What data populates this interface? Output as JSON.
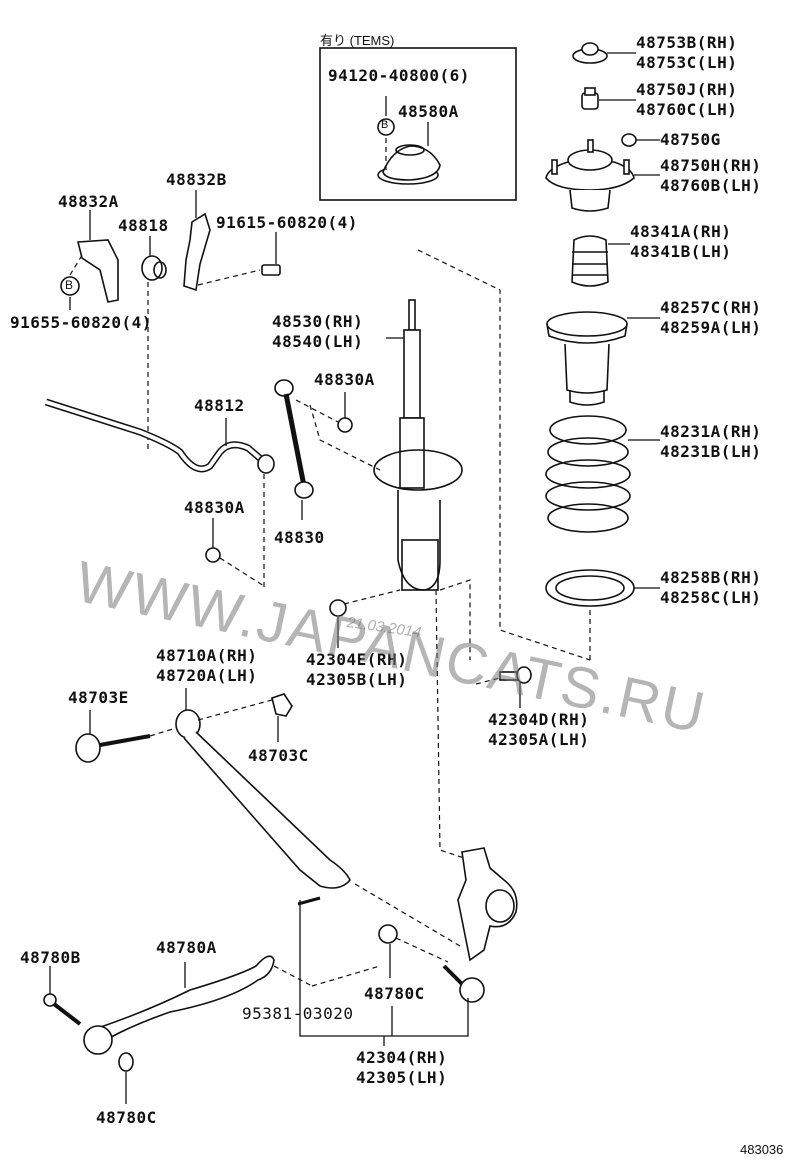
{
  "figure_number": "483036",
  "inset": {
    "title": "有り (TEMS)",
    "bolt": "94120-40800(6)",
    "part": "48580A",
    "marker": "B"
  },
  "markers": [
    "B",
    "B"
  ],
  "watermark": {
    "text": "WWW.JAPANCATS.RU",
    "date": "21.03.2014"
  },
  "parts": {
    "p48753": [
      "48753B(RH)",
      "48753C(LH)"
    ],
    "p48750j": [
      "48750J(RH)",
      "48760C(LH)"
    ],
    "p48750g": "48750G",
    "p48750h": [
      "48750H(RH)",
      "48760B(LH)"
    ],
    "p48341": [
      "48341A(RH)",
      "48341B(LH)"
    ],
    "p48257": [
      "48257C(RH)",
      "48259A(LH)"
    ],
    "p48231": [
      "48231A(RH)",
      "48231B(LH)"
    ],
    "p48258": [
      "48258B(RH)",
      "48258C(LH)"
    ],
    "p48832b": "48832B",
    "p48832a": "48832A",
    "p48818": "48818",
    "p91615": "91615-60820(4)",
    "p91655": "91655-60820(4)",
    "p48530": [
      "48530(RH)",
      "48540(LH)"
    ],
    "p48830a_top": "48830A",
    "p48812": "48812",
    "p48830a_bot": "48830A",
    "p48830": "48830",
    "p48710": [
      "48710A(RH)",
      "48720A(LH)"
    ],
    "p42304e": [
      "42304E(RH)",
      "42305B(LH)"
    ],
    "p48703e": "48703E",
    "p48703c": "48703C",
    "p42304d": [
      "42304D(RH)",
      "42305A(LH)"
    ],
    "p48780b": "48780B",
    "p48780a": "48780A",
    "p48780c_mid": "48780C",
    "p95381": "95381-03020",
    "p42304": [
      "42304(RH)",
      "42305(LH)"
    ],
    "p48780c_bot": "48780C"
  }
}
